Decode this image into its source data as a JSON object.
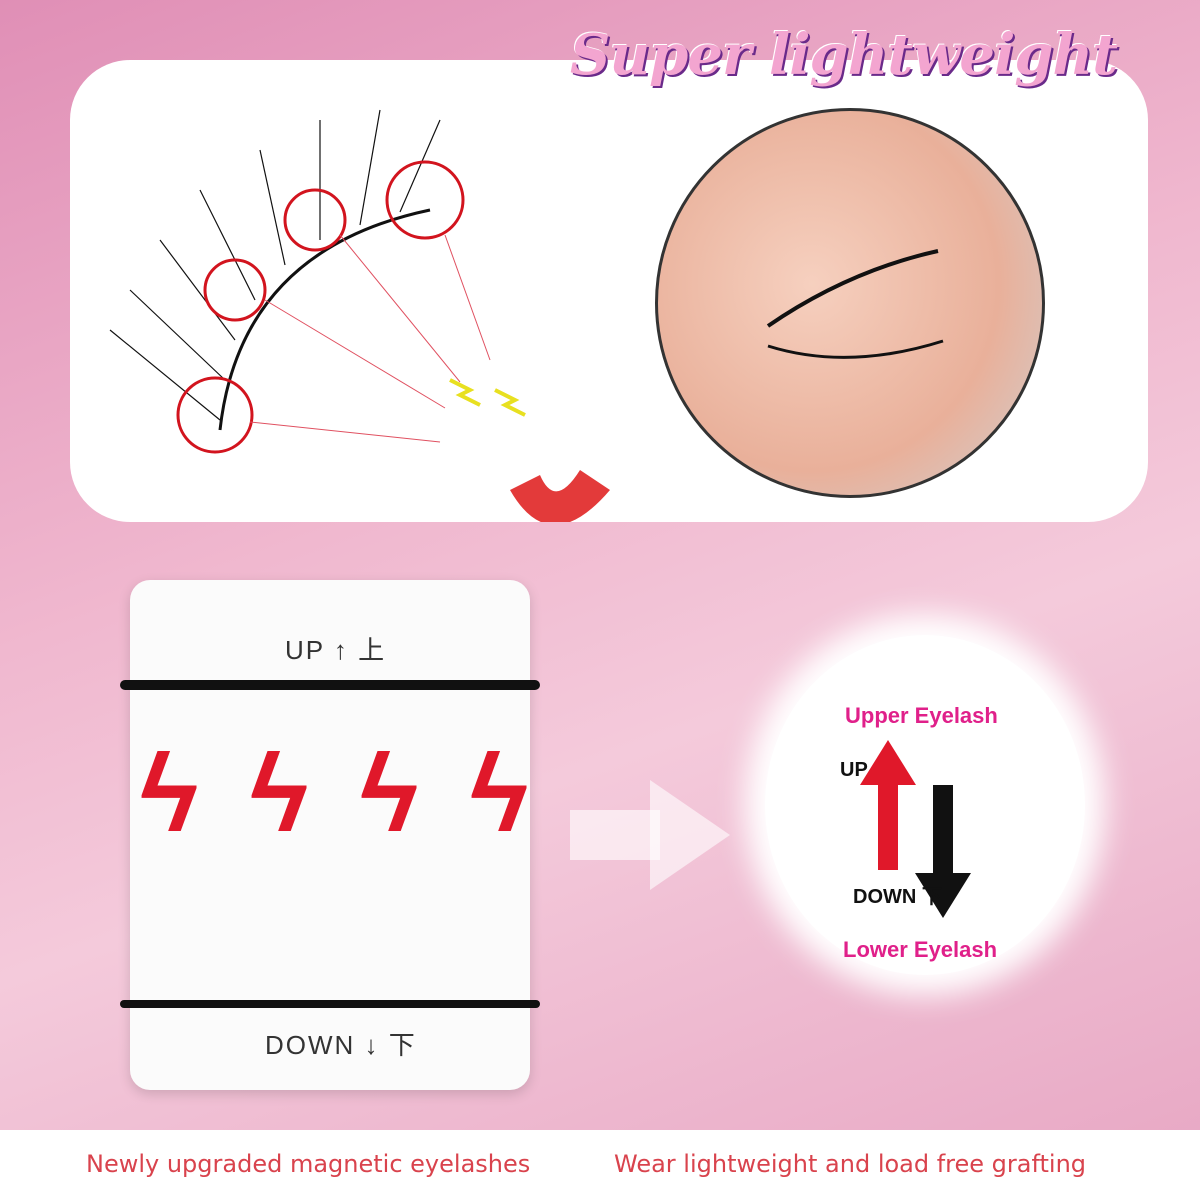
{
  "title": "Super lightweight",
  "holder": {
    "up_label": "UP ↑ 上",
    "down_label": "DOWN ↓ 下"
  },
  "diagram": {
    "upper": "Upper Eyelash",
    "up": "UP 上",
    "down": "DOWN 下",
    "lower": "Lower Eyelash"
  },
  "captions": [
    "Newly upgraded magnetic eyelashes",
    "Wear lightweight and load free grafting"
  ],
  "colors": {
    "accent_pink": "#e0208a",
    "red": "#e0182a",
    "caption": "#d9434d"
  }
}
